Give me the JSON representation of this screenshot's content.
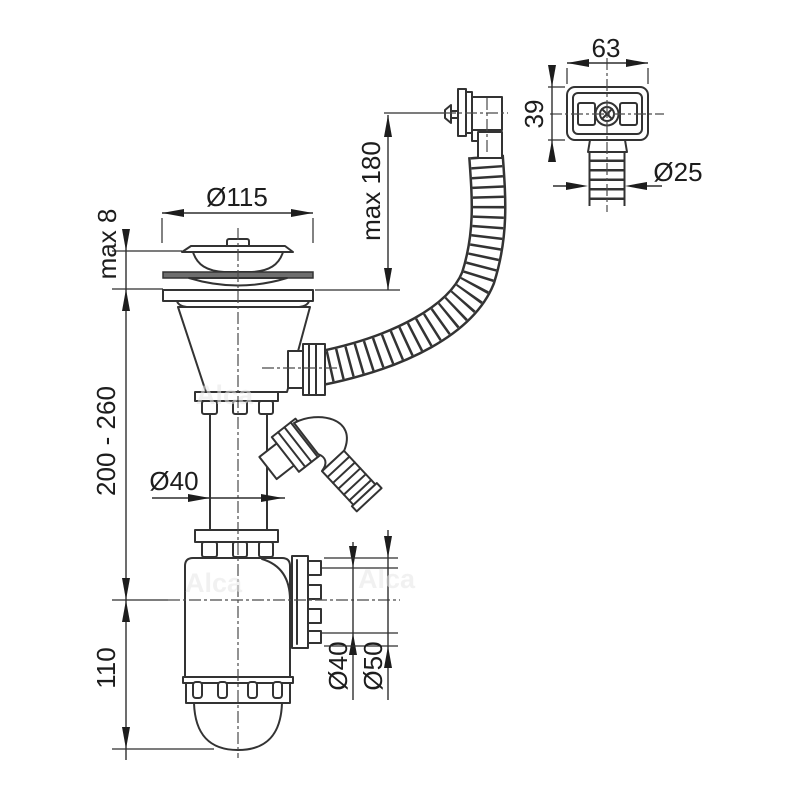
{
  "drawing": {
    "kind": "technical-dimension-drawing",
    "subject": "kitchen sink strainer siphon with overflow hose and appliance branch",
    "background_color": "#ffffff",
    "line_color": "#333333",
    "gasket_fill_color": "#6e6e6e",
    "watermark_color": "#e7e7e7"
  },
  "labels": {
    "strainer_diameter": "Ø115",
    "sink_thickness": "max 8",
    "overflow_height": "max 180",
    "adjust_range": "200 - 260",
    "pipe_diameter": "Ø40",
    "trap_depth": "110",
    "outlet_bore_diameter": "Ø40",
    "outlet_socket_diameter": "Ø50",
    "overflow_box_width": "63",
    "overflow_box_height": "39",
    "overflow_hose_diameter": "Ø25",
    "watermark": "Alca"
  }
}
